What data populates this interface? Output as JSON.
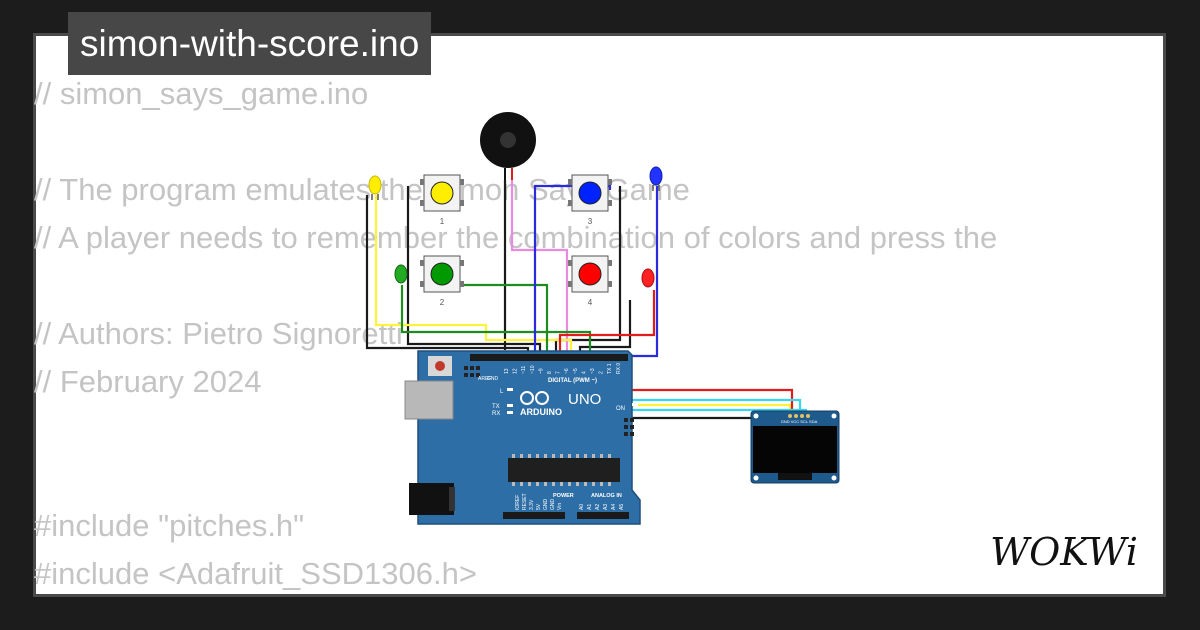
{
  "title": "simon-with-score.ino",
  "code_lines": [
    "// simon_says_game.ino",
    "",
    "// The program emulates the Simon Says Game",
    "// A player needs to remember the combination of colors and press the",
    "",
    "// Authors: Pietro Signoretti",
    "// February 2024",
    "",
    "",
    "#include \"pitches.h\"",
    "#include <Adafruit_SSD1306.h>"
  ],
  "board": {
    "brand": "ARDUINO",
    "model": "UNO",
    "digital_label": "DIGITAL (PWM ~)",
    "power_label": "POWER",
    "analog_label": "ANALOG IN",
    "on_label": "ON",
    "tx_label": "TX",
    "rx_label": "RX",
    "l_label": "L",
    "aref_label": "AREF",
    "gnd_label": "GND",
    "pin_labels_top": [
      "13",
      "12",
      "~11",
      "~10",
      "~9",
      "8",
      "7",
      "~6",
      "~5",
      "4",
      "~3",
      "2",
      "TX 1",
      "RX 0"
    ],
    "power_pins": [
      "IOREF",
      "RESET",
      "3.3V",
      "5V",
      "GND",
      "GND",
      "Vin"
    ],
    "analog_pins": [
      "A0",
      "A1",
      "A2",
      "A3",
      "A4",
      "A5"
    ]
  },
  "buttons": [
    {
      "label": "1",
      "color": "#ffee00"
    },
    {
      "label": "3",
      "color": "#0022ff"
    },
    {
      "label": "2",
      "color": "#009900"
    },
    {
      "label": "4",
      "color": "#ff0000"
    }
  ],
  "oled": {
    "pin_label": "GND VCC SCL SDA"
  },
  "logo": "WOKWi",
  "colors": {
    "board": "#2e6ea6",
    "wire_yellow": "#fff23a",
    "wire_red": "#e21b1b",
    "wire_cyan": "#3ad6f0",
    "wire_black": "#1a1a1a",
    "wire_blue": "#2a2ae0",
    "wire_green": "#1e8c1e",
    "wire_pink": "#e88ae0"
  }
}
